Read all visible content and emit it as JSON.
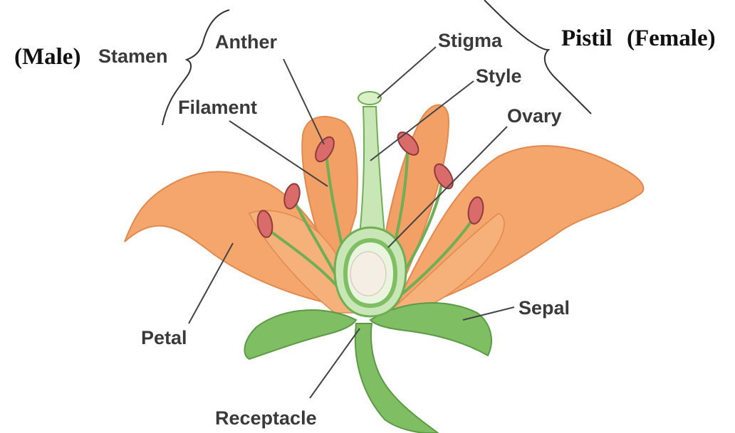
{
  "groups": {
    "male": "(Male)",
    "stamen": "Stamen",
    "pistil": "Pistil",
    "female": "(Female)"
  },
  "labels": {
    "anther": "Anther",
    "filament": "Filament",
    "stigma": "Stigma",
    "style": "Style",
    "ovary": "Ovary",
    "petal": "Petal",
    "sepal": "Sepal",
    "receptacle": "Receptacle"
  },
  "colors": {
    "petal": "#f4a66d",
    "petal_shade": "#e58a4d",
    "stem": "#7fbe63",
    "stem_light": "#c9e6b6",
    "anther": "#d96b6b",
    "leader": "#444444",
    "text": "#3a3a3a"
  }
}
